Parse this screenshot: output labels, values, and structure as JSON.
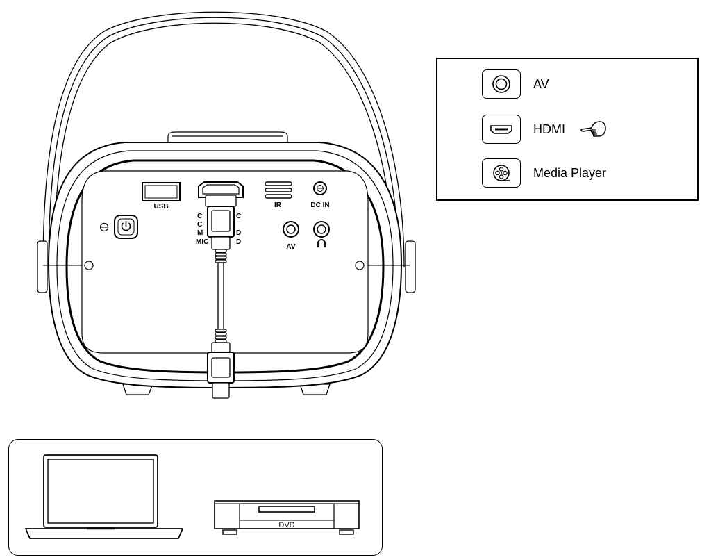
{
  "projector": {
    "ports": {
      "usb": "USB",
      "ir": "IR",
      "dc_in": "DC IN",
      "av": "AV",
      "mic_label": "MIC",
      "hd_partial": "D"
    }
  },
  "source_menu": {
    "items": [
      {
        "label": "AV",
        "icon": "av-jack-icon"
      },
      {
        "label": "HDMI",
        "icon": "hdmi-port-icon",
        "selected": true
      },
      {
        "label": "Media Player",
        "icon": "film-reel-icon"
      }
    ],
    "selection_indicator": "pointing-hand-icon"
  },
  "sources": {
    "laptop": "laptop-icon",
    "dvd_label": "DVD"
  }
}
